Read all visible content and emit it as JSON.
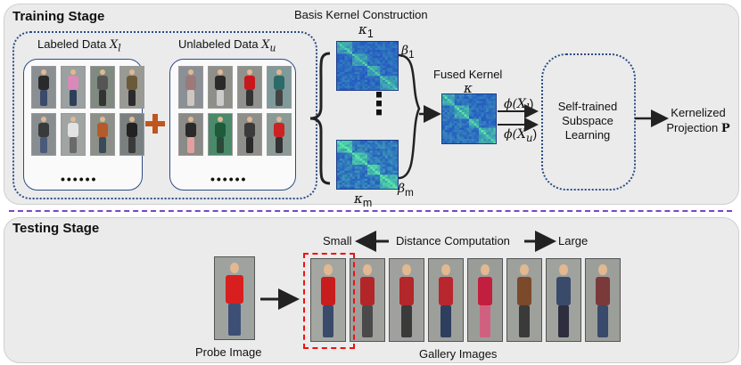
{
  "training": {
    "title": "Training Stage",
    "labeled_label": "Labeled Data",
    "labeled_var": "X",
    "labeled_sub": "l",
    "unlabeled_label": "Unlabeled Data",
    "unlabeled_var": "X",
    "unlabeled_sub": "u",
    "ellipsis": "••••••",
    "basis_title": "Basis Kernel Construction",
    "kappa_1": "κ",
    "kappa_1_sub": "1",
    "kappa_m": "κ",
    "kappa_m_sub": "m",
    "beta_1": "β",
    "beta_1_sub": "1",
    "beta_m": "β",
    "beta_m_sub": "m",
    "vertical_dots": "⋮",
    "fused_title": "Fused Kernel",
    "fused_symbol": "κ",
    "phi_l": "ϕ(X",
    "phi_l_sub": "l",
    "phi_u": "ϕ(X",
    "phi_u_sub": "u",
    "close_paren": ")",
    "subspace_line1": "Self-trained",
    "subspace_line2": "Subspace",
    "subspace_line3": "Learning",
    "proj_line1": "Kernelized",
    "proj_line2": "Projection",
    "proj_symbol": "P"
  },
  "testing": {
    "title": "Testing Stage",
    "small": "Small",
    "distance": "Distance Computation",
    "large": "Large",
    "probe_label": "Probe Image",
    "gallery_label": "Gallery Images"
  },
  "colors": {
    "panel_bg": "#ebebeb",
    "box_border": "#2c4c86",
    "plus": "#c0561f",
    "divider": "#7b45c5",
    "highlight": "#e11111",
    "kernel_blue": "#1f56c8"
  }
}
